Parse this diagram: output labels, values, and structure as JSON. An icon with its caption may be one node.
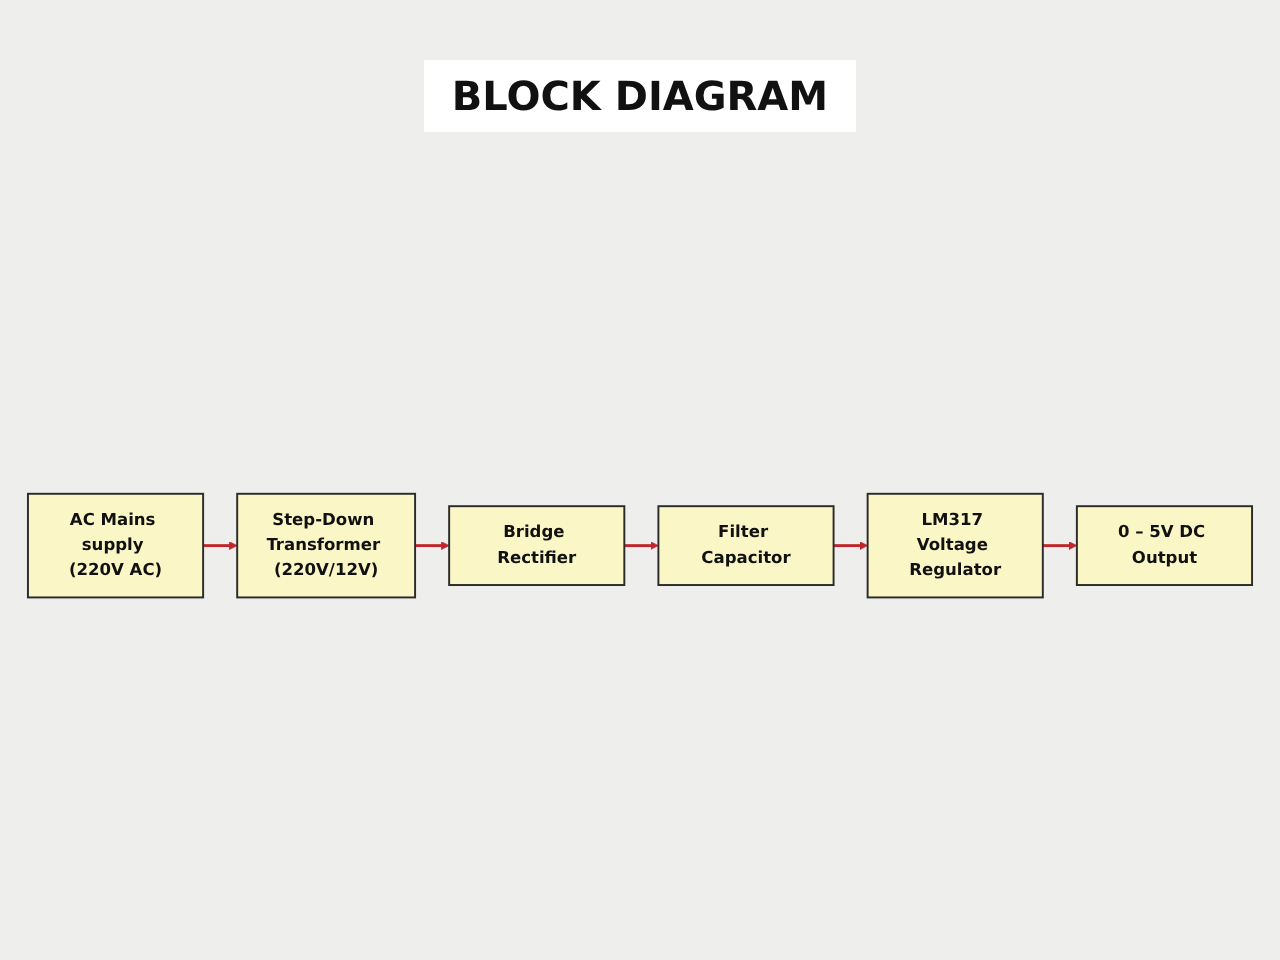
{
  "diagram": {
    "title": "BLOCK DIAGRAM",
    "nodes": [
      {
        "text": [
          "AC Mains supply (220V AC)"
        ]
      },
      {
        "text": [
          "Step-Down Transformer (220V/12V)"
        ]
      },
      {
        "text": [
          "Bridge Rectifier"
        ]
      },
      {
        "text": [
          "Filter Capacitor"
        ]
      },
      {
        "text": [
          "LM317 Voltage Regulator"
        ]
      },
      {
        "text": [
          "0 – 5V DC Output"
        ]
      }
    ],
    "edges": [
      {
        "from": 0,
        "to": 1,
        "arrow": "to"
      },
      {
        "from": 1,
        "to": 2,
        "arrow": "to"
      },
      {
        "from": 2,
        "to": 3,
        "arrow": "to"
      },
      {
        "from": 3,
        "to": 4,
        "arrow": "to"
      },
      {
        "from": 4,
        "to": 5,
        "arrow": "to"
      }
    ]
  }
}
